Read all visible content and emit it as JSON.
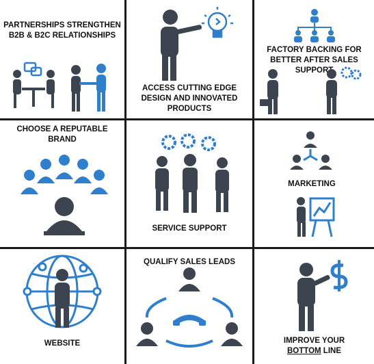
{
  "colors": {
    "dark": "#3c4450",
    "blue": "#2f7fcc",
    "border": "#1b1b1b"
  },
  "cells": [
    {
      "id": "partnerships",
      "lines": [
        "PARTNERSHIPS STRENGTHEN",
        "B2B & B2C RELATIONSHIPS"
      ],
      "icons": [
        "meeting-table-icon",
        "chat-bubbles-icon",
        "handshake-icon"
      ]
    },
    {
      "id": "design",
      "lines": [
        "ACCESS CUTTING EDGE",
        "DESIGN AND INNOVATED",
        "PRODUCTS"
      ],
      "icons": [
        "presenter-person-icon",
        "lightbulb-icon"
      ]
    },
    {
      "id": "factory",
      "lines": [
        "FACTORY BACKING FOR",
        "BETTER AFTER SALES",
        "SUPPORT"
      ],
      "icons": [
        "org-chart-icon",
        "businessman-briefcase-icon",
        "gears-person-icon"
      ]
    },
    {
      "id": "brand",
      "lines": [
        "CHOOSE A REPUTABLE",
        "BRAND"
      ],
      "icons": [
        "audience-group-icon",
        "leader-podium-icon"
      ]
    },
    {
      "id": "service",
      "lines": [
        "SERVICE SUPPORT"
      ],
      "icons": [
        "gears-icon",
        "team-people-icon"
      ]
    },
    {
      "id": "marketing",
      "lines": [
        "MARKETING"
      ],
      "icons": [
        "network-people-icon",
        "presentation-board-icon"
      ]
    },
    {
      "id": "website",
      "lines": [
        "WEBSITE"
      ],
      "icons": [
        "globe-person-icon"
      ]
    },
    {
      "id": "leads",
      "lines": [
        "QUALIFY SALES LEADS"
      ],
      "icons": [
        "phone-network-icon"
      ]
    },
    {
      "id": "bottomline",
      "lines": [
        "IMPROVE YOUR"
      ],
      "line2_underlined": "BOTTOM",
      "line2_rest": " LINE",
      "icons": [
        "dollar-person-icon"
      ]
    }
  ]
}
